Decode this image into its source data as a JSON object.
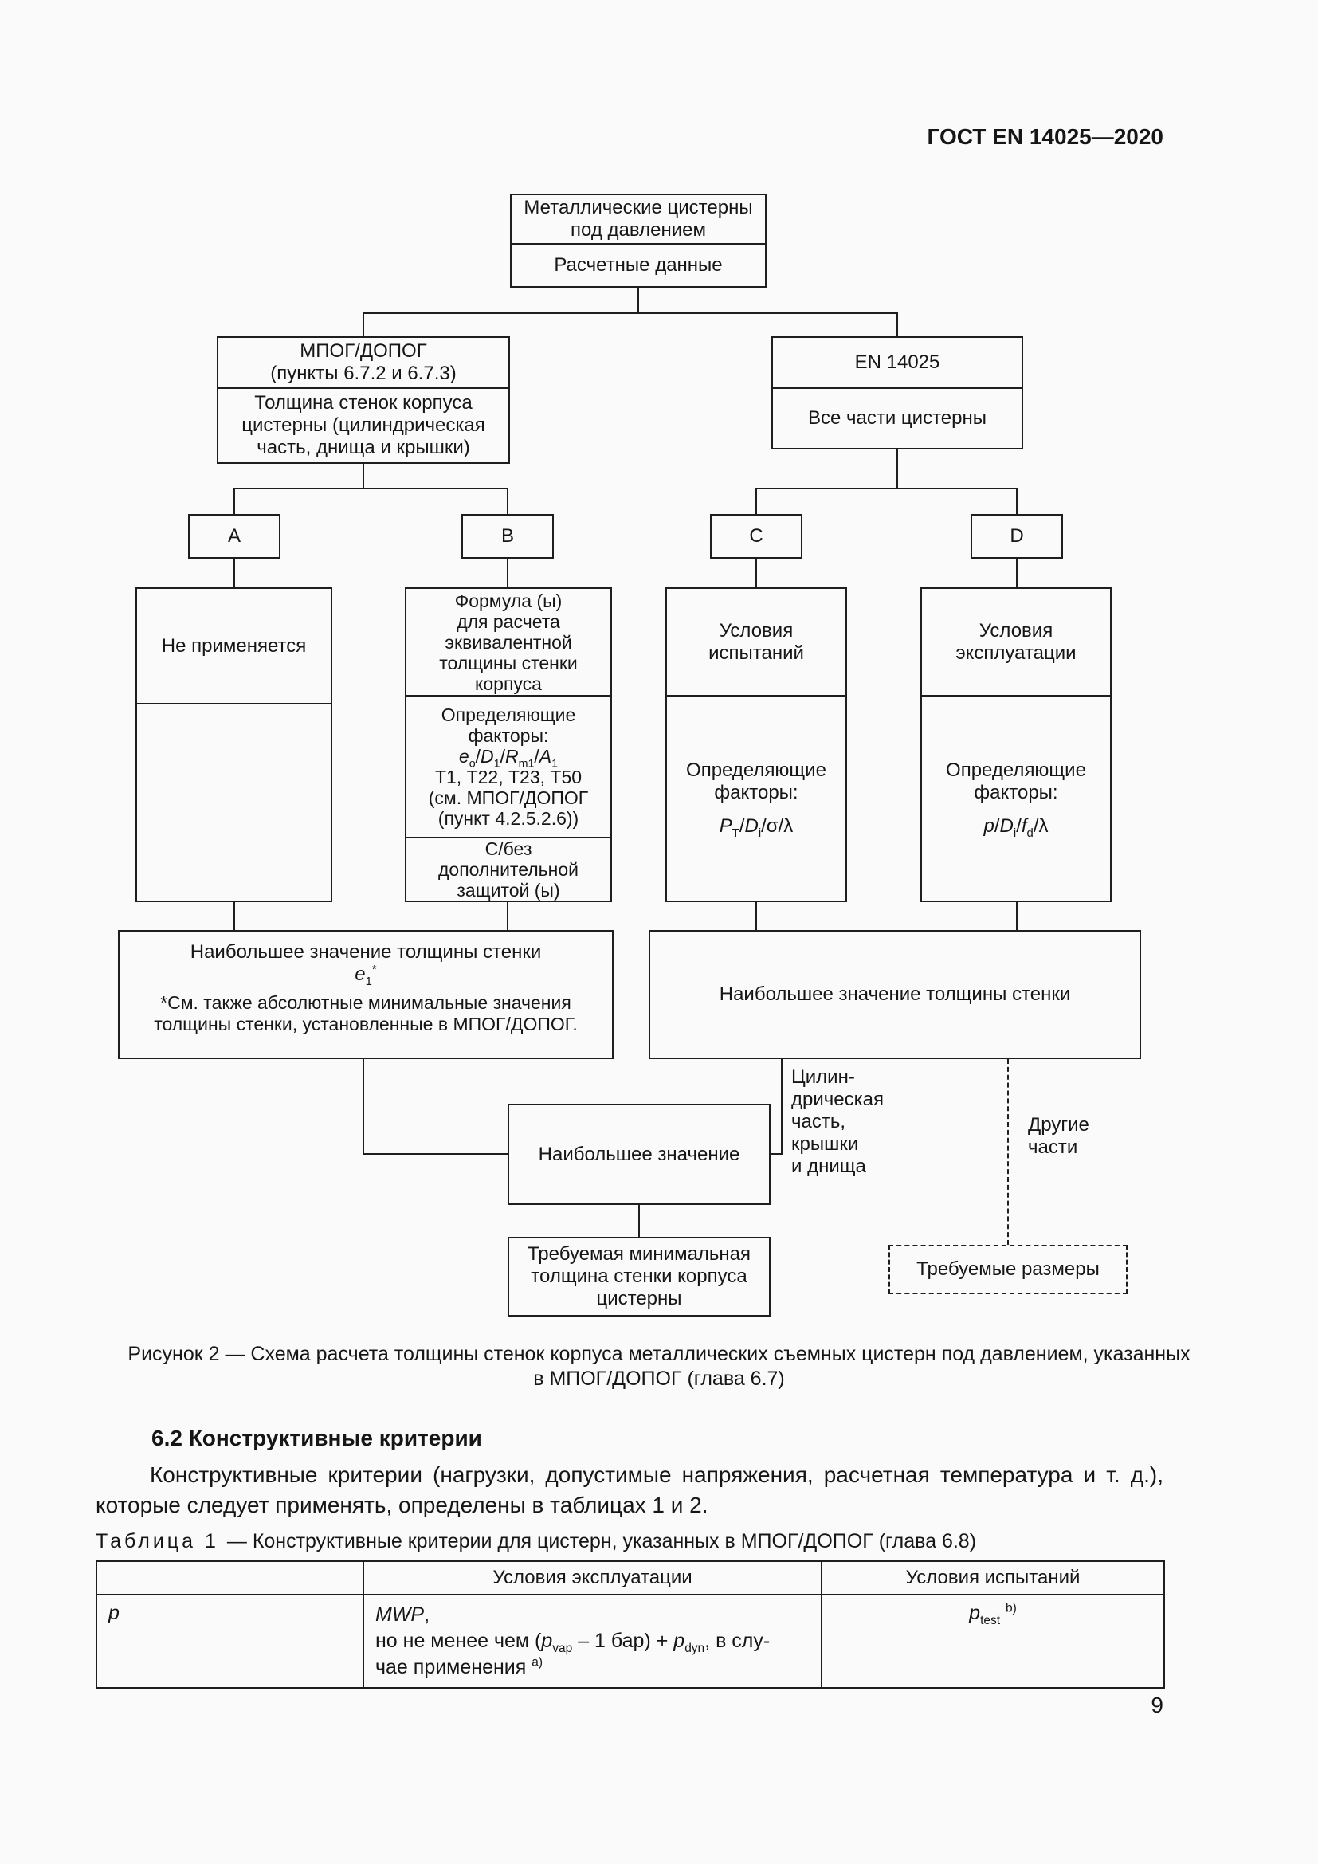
{
  "page": {
    "header": "ГОСТ EN 14025—2020",
    "number": "9"
  },
  "flowchart": {
    "top": {
      "title_lines": [
        "Металлические цистерны",
        "под давлением"
      ],
      "subtitle": "Расчетные данные"
    },
    "branch_left": {
      "title_lines": [
        "МПОГ/ДОПОГ",
        "(пункты 6.7.2 и 6.7.3)"
      ],
      "body_lines": [
        "Толщина стенок корпуса",
        "цистерны (цилиндрическая",
        "часть, днища и крышки)"
      ]
    },
    "branch_right": {
      "title": "EN 14025",
      "body": "Все части цистерны"
    },
    "node_labels": [
      "A",
      "B",
      "C",
      "D"
    ],
    "col_a": {
      "cell1": "Не применяется"
    },
    "col_b": {
      "cell1_lines": [
        "Формула (ы)",
        "для расчета",
        "эквивалентной",
        "толщины стенки",
        "корпуса"
      ],
      "cell2_lines": [
        "Определяющие",
        "факторы:",
        "*e*~o~/*D*~1~/*R*~m1~/*A*~1~",
        "Т1, Т22, Т23, Т50",
        "(см. МПОГ/ДОПОГ",
        "(пункт 4.2.5.2.6))"
      ],
      "cell3_lines": [
        "С/без",
        "дополнительной",
        "защитой (ы)"
      ]
    },
    "col_c": {
      "cell1_lines": [
        "Условия",
        "испытаний"
      ],
      "cell2_intro_lines": [
        "Определяющие",
        "факторы:"
      ],
      "formula": "*P*~T~/*D*~i~/σ/λ"
    },
    "col_d": {
      "cell1_lines": [
        "Условия",
        "эксплуатации"
      ],
      "cell2_intro_lines": [
        "Определяющие",
        "факторы:"
      ],
      "formula": "*p*/*D*~i~/*f*~d~/λ"
    },
    "merge_left": {
      "line1": "Наибольшее значение толщины стенки",
      "symbol": "*e*~1~^*^",
      "note_lines": [
        "*См. также абсолютные минимальные значения",
        "толщины стенки, установленные в МПОГ/ДОПОГ."
      ]
    },
    "merge_right": "Наибольшее значение толщины стенки",
    "cyl_label_lines": [
      "Цилин-",
      "дрическая",
      "часть,",
      "крышки",
      "и днища"
    ],
    "other_label_lines": [
      "Другие",
      "части"
    ],
    "max_box": "Наибольшее значение",
    "req_box_lines": [
      "Требуемая минимальная",
      "толщина стенки корпуса",
      "цистерны"
    ],
    "dims_box": "Требуемые размеры",
    "caption_lines": [
      "Рисунок 2 — Схема расчета толщины стенок корпуса металлических съемных цистерн под давлением, указанных",
      "в МПОГ/ДОПОГ (глава 6.7)"
    ]
  },
  "section": {
    "heading": "6.2 Конструктивные критерии",
    "paragraph": "Конструктивные критерии (нагрузки, допустимые напряжения, расчетная температура и т. д.), которые следует применять, определены в таблицах 1 и 2."
  },
  "table1": {
    "caption_label": "Таблица 1",
    "caption_text": "— Конструктивные критерии для цистерн, указанных в МПОГ/ДОПОГ (глава 6.8)",
    "col2_header": "Условия эксплуатации",
    "col3_header": "Условия испытаний",
    "row": {
      "param": "*p*",
      "op_lines": [
        "*MWP*,",
        "но не менее чем (*p*~vap~ – 1 бар) + *p*~dyn~, в слу-",
        "чае применения ^a)^"
      ],
      "test": "*p*~test~ ^b)^"
    }
  }
}
